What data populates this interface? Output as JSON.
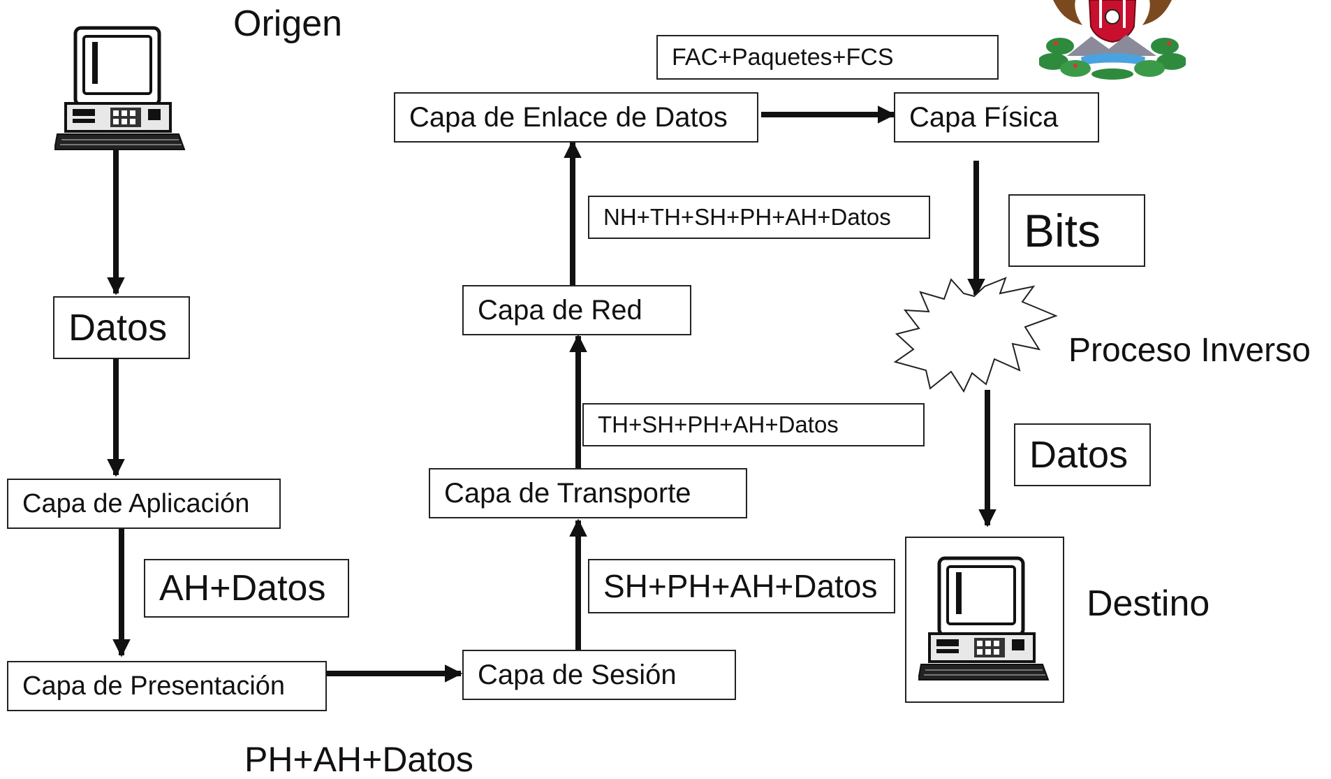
{
  "labels": {
    "origen": "Origen",
    "destino": "Destino",
    "proceso_inverso": "Proceso Inverso",
    "ph_ah_datos": "PH+AH+Datos"
  },
  "layers": {
    "aplicacion": "Capa de Aplicación",
    "presentacion": "Capa de Presentación",
    "sesion": "Capa de Sesión",
    "transporte": "Capa de Transporte",
    "red": "Capa de Red",
    "enlace": "Capa de Enlace de Datos",
    "fisica": "Capa Física"
  },
  "data_units": {
    "datos_origen": "Datos",
    "ah_datos": "AH+Datos",
    "sh_ph_ah_datos": "SH+PH+AH+Datos",
    "th_sh_ph_ah_datos": "TH+SH+PH+AH+Datos",
    "nh_th_sh_ph_ah_datos": "NH+TH+SH+PH+AH+Datos",
    "fac_paquetes_fcs": "FAC+Paquetes+FCS",
    "bits": "Bits",
    "datos_destino": "Datos"
  },
  "icons": {
    "source_computer": "computer-icon",
    "destination_computer": "computer-icon",
    "emblem": "emblem-logo",
    "burst": "burst-shape"
  },
  "colors": {
    "line": "#111111",
    "box_border": "#222222",
    "background": "#ffffff"
  }
}
